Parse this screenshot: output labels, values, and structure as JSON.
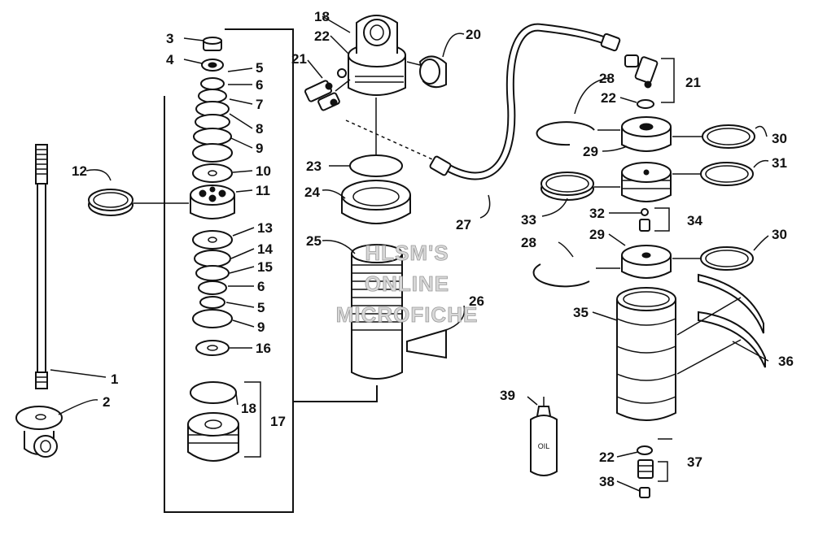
{
  "watermark": {
    "line1": "HLSM'S",
    "line2": "ONLINE",
    "line3": "MICROFICHE"
  },
  "callouts": {
    "c1": "1",
    "c2": "2",
    "c3": "3",
    "c4": "4",
    "c5a": "5",
    "c5b": "5",
    "c6a": "6",
    "c6b": "6",
    "c7": "7",
    "c8": "8",
    "c9a": "9",
    "c9b": "9",
    "c10": "10",
    "c11": "11",
    "c12": "12",
    "c13": "13",
    "c14": "14",
    "c15": "15",
    "c16": "16",
    "c17": "17",
    "c18a": "18",
    "c18b": "18",
    "c20": "20",
    "c21a": "21",
    "c21b": "21",
    "c22a": "22",
    "c22b": "22",
    "c22c": "22",
    "c23": "23",
    "c24": "24",
    "c25": "25",
    "c26": "26",
    "c27": "27",
    "c28a": "28",
    "c28b": "28",
    "c29a": "29",
    "c29b": "29",
    "c30a": "30",
    "c30b": "30",
    "c31": "31",
    "c32": "32",
    "c33": "33",
    "c34": "34",
    "c35": "35",
    "c36": "36",
    "c37": "37",
    "c38": "38",
    "c39": "39"
  },
  "bottle_label": "OIL"
}
